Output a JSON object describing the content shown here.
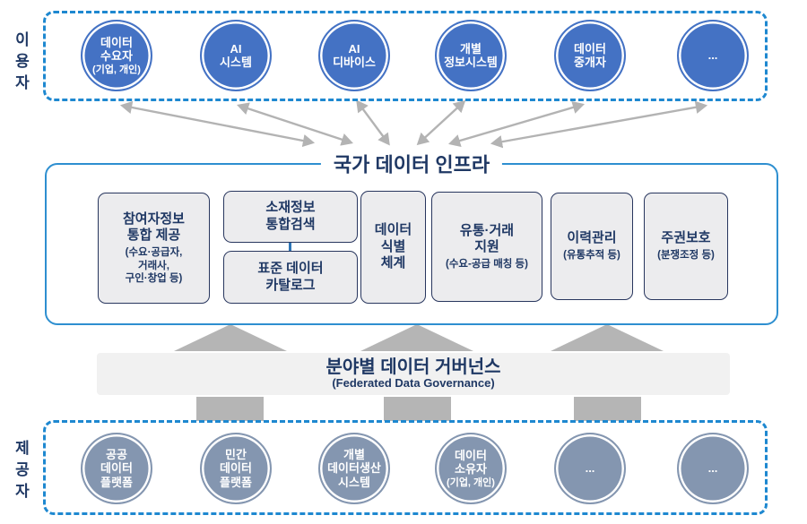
{
  "users_section": {
    "label": "이용자",
    "circles": [
      {
        "main": "데이터\n수요자",
        "sub": "(기업, 개인)"
      },
      {
        "main": "AI\n시스템"
      },
      {
        "main": "AI\n디바이스"
      },
      {
        "main": "개별\n정보시스템"
      },
      {
        "main": "데이터\n중개자"
      },
      {
        "main": "..."
      }
    ]
  },
  "infrastructure": {
    "title": "국가 데이터 인프라",
    "boxes": [
      {
        "main": "참여자정보\n통합 제공",
        "sub": "(수요·공급자,\n거래사,\n구인·창업 등)"
      },
      {
        "main": "소재정보\n통합검색"
      },
      {
        "main": "표준 데이터\n카탈로그"
      },
      {
        "main": "데이터\n식별\n체계"
      },
      {
        "main": "유통·거래\n지원",
        "sub": "(수요-공급 매칭 등)"
      },
      {
        "main": "이력관리",
        "sub": "(유통추적 등)"
      },
      {
        "main": "주권보호",
        "sub": "(분쟁조정 등)"
      }
    ]
  },
  "governance": {
    "title": "분야별 데이터 거버넌스",
    "subtitle": "(Federated Data Governance)"
  },
  "providers_section": {
    "label": "제공자",
    "circles": [
      {
        "main": "공공\n데이터\n플랫폼"
      },
      {
        "main": "민간\n데이터\n플랫폼"
      },
      {
        "main": "개별\n데이터생산\n시스템"
      },
      {
        "main": "데이터\n소유자",
        "sub": "(기업, 개인)"
      },
      {
        "main": "..."
      },
      {
        "main": "..."
      }
    ]
  },
  "colors": {
    "user_circle_fill": "#4472c4",
    "provider_circle_fill": "#8496b0",
    "dashed_border_blue": "#1e88d0",
    "infra_box_border": "#2e8fd0",
    "inner_box_fill": "#ececee",
    "inner_box_border": "#28365e",
    "text_navy": "#1f3864",
    "arrow_gray": "#b3b3b3",
    "big_arrow_gray": "#b5b5b5",
    "band_fill": "#f1f1f1"
  }
}
